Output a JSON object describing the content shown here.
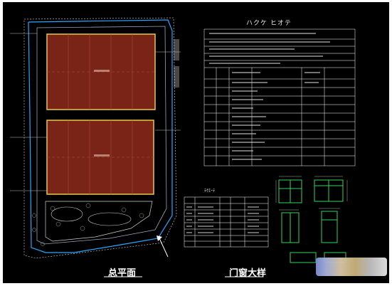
{
  "drawing": {
    "left_title": "总平面",
    "right_title": "门窗大样",
    "schedule_title": "ハクケ ヒオテ",
    "door_table_title": "ﾃｸｴｰﾃ"
  },
  "colors": {
    "background": "#000000",
    "building_fill": "#7a2418",
    "building_outline": "#e6c84a",
    "site_line": "#2aa6ff",
    "table_line": "#ffffff",
    "door_line": "#33d35a"
  }
}
